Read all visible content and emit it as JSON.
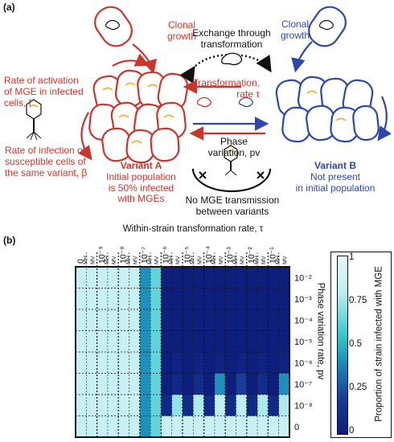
{
  "panel_a": {
    "label": "(a)",
    "clonal_growth_left": [
      "Clonal",
      "growth"
    ],
    "clonal_growth_right": [
      "Clonal",
      "growth"
    ],
    "exchange": [
      "Exchange through",
      "transformation"
    ],
    "activation": [
      "Rate of activation",
      "of MGE in infected",
      "cells, f"
    ],
    "transformation_rate": [
      "Transformation,",
      "rate τ"
    ],
    "infection": [
      "Rate of infection of",
      "susceptible cells of",
      "the same variant, β"
    ],
    "phase_variation": [
      "Phase",
      "variation, pv"
    ],
    "variant_a_title": "Variant A",
    "variant_a_desc": [
      "Initial population",
      "is 50% infected",
      "with MGEs"
    ],
    "variant_b_title": "Variant B",
    "variant_b_desc": [
      "Not present",
      "in initial population"
    ],
    "no_transmission": [
      "No MGE transmission",
      "between variants"
    ],
    "colors": {
      "red": "#c8362e",
      "blue": "#2f47a8",
      "yellow": "#e8b630"
    }
  },
  "panel_b": {
    "label": "(b)",
    "top_title": "Within-strain transformation rate, τ",
    "colorbar_label": "Proportion of strain infected with MGE",
    "colorbar_ticks": [
      "1",
      "0.75",
      "0.5",
      "0.25",
      "0"
    ],
    "y_title": "Phase variation rate, pv"
  },
  "chart_data": {
    "type": "heatmap",
    "x_title": "Within-strain transformation rate, τ",
    "y_title": "Phase variation rate, pv",
    "tau_labels": [
      "0",
      "10⁻⁹",
      "10⁻⁸",
      "10⁻⁷",
      "10⁻⁶",
      "10⁻⁵",
      "10⁻⁴",
      "10⁻³",
      "10⁻²",
      "10⁻¹"
    ],
    "column_labels": [
      "MH",
      "MV",
      "MH",
      "MV",
      "MH",
      "MV",
      "MH",
      "MV",
      "MH",
      "MV",
      "MH",
      "MV",
      "MH",
      "MV",
      "MH",
      "MV",
      "MH",
      "MV",
      "MH",
      "MV"
    ],
    "row_labels": [
      "10⁻²",
      "10⁻³",
      "10⁻⁴",
      "10⁻⁵",
      "10⁻⁶",
      "10⁻⁷",
      "10⁻⁸",
      "0"
    ],
    "colorbar_range": [
      0,
      1
    ],
    "values": [
      [
        0.92,
        0.92,
        0.92,
        0.92,
        0.92,
        0.92,
        0.55,
        0.8,
        0,
        0,
        0,
        0,
        0,
        0,
        0,
        0,
        0,
        0,
        0,
        0
      ],
      [
        0.92,
        0.92,
        0.92,
        0.92,
        0.92,
        0.92,
        0.55,
        0.8,
        0,
        0,
        0,
        0,
        0,
        0,
        0,
        0,
        0,
        0,
        0,
        0
      ],
      [
        0.92,
        0.92,
        0.92,
        0.92,
        0.92,
        0.92,
        0.55,
        0.8,
        0,
        0,
        0,
        0,
        0,
        0,
        0,
        0,
        0,
        0,
        0,
        0
      ],
      [
        0.92,
        0.92,
        0.92,
        0.92,
        0.92,
        0.92,
        0.55,
        0.8,
        0,
        0,
        0,
        0,
        0,
        0,
        0,
        0,
        0,
        0,
        0,
        0
      ],
      [
        0.92,
        0.92,
        0.92,
        0.92,
        0.92,
        0.92,
        0.55,
        0.8,
        0,
        0.05,
        0,
        0.05,
        0,
        0.05,
        0,
        0.05,
        0,
        0.05,
        0,
        0.05
      ],
      [
        0.92,
        0.92,
        0.92,
        0.92,
        0.92,
        0.92,
        0.55,
        0.8,
        0,
        0.08,
        0,
        0.12,
        0,
        0.55,
        0,
        0.25,
        0,
        0.12,
        0,
        0.55
      ],
      [
        0.92,
        0.92,
        0.92,
        0.92,
        0.92,
        0.92,
        0.55,
        0.8,
        0.08,
        0.85,
        0.1,
        0.88,
        0.1,
        0.9,
        0.1,
        0.9,
        0.1,
        0.88,
        0.1,
        0.88
      ],
      [
        0.92,
        0.92,
        0.92,
        0.92,
        0.92,
        0.92,
        0.55,
        0.8,
        0.92,
        0.92,
        0.92,
        0.92,
        0.92,
        0.92,
        0.92,
        0.92,
        0.92,
        0.92,
        0.92,
        0.92
      ]
    ]
  }
}
